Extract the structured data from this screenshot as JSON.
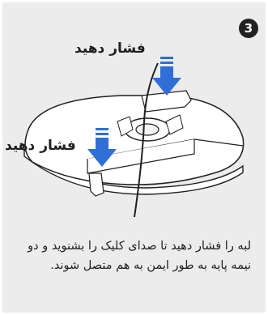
{
  "step": {
    "number": "3"
  },
  "labels": {
    "press_top": "فشار دهید",
    "press_left": "فشار دهید"
  },
  "caption": "لبه را فشار دهید تا صدای کلیک را بشنوید و دو نیمه پایه به طور ایمن به هم متصل شوند.",
  "icons": {
    "arrow": "press-down-arrow-icon",
    "base": "disc-base-illustration"
  },
  "colors": {
    "arrow": "#2f6fd6",
    "card_bg": "#ececec",
    "text": "#1f1f1f",
    "badge": "#222222"
  }
}
